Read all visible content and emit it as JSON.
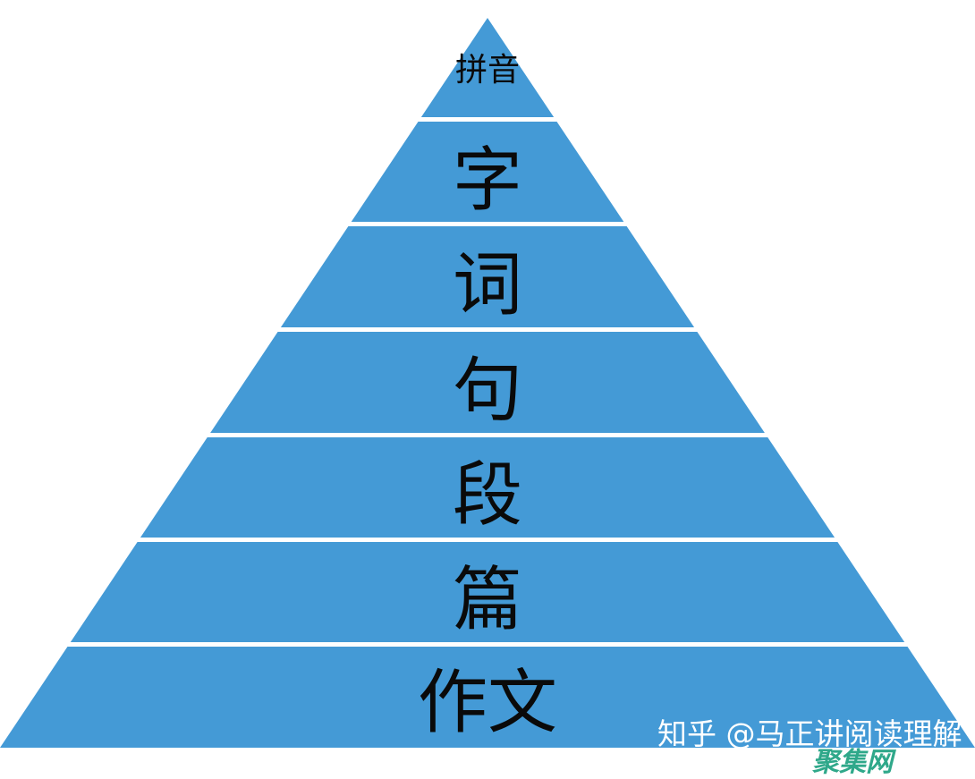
{
  "diagram": {
    "type": "pyramid",
    "fill_color": "#449ad6",
    "gap_color": "#ffffff",
    "text_color": "#0a0a0a",
    "layers": [
      {
        "label": "拼音",
        "font_size": 36
      },
      {
        "label": "字",
        "font_size": 78
      },
      {
        "label": "词",
        "font_size": 78
      },
      {
        "label": "句",
        "font_size": 78
      },
      {
        "label": "段",
        "font_size": 78
      },
      {
        "label": "篇",
        "font_size": 78
      },
      {
        "label": "作文",
        "font_size": 78
      }
    ]
  },
  "watermarks": {
    "zhihu": {
      "text": "知乎 @马正讲阅读理解",
      "color": "#ffffff"
    },
    "site": {
      "text": "聚集网",
      "color": "#2fa88a"
    }
  }
}
